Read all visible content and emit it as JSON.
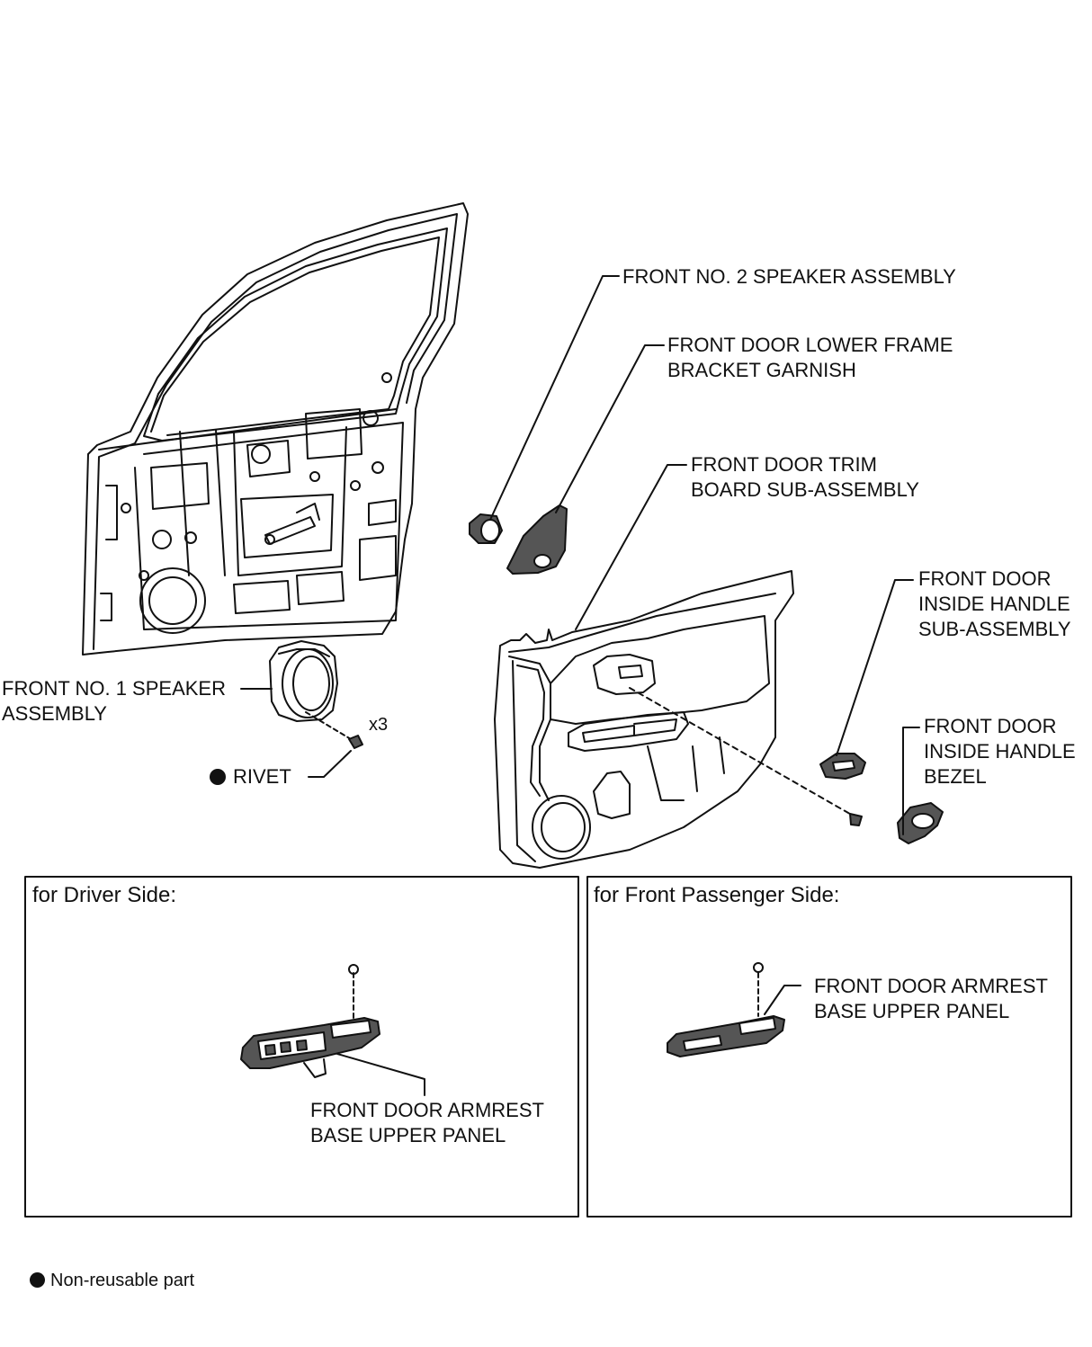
{
  "labels": {
    "speaker2": [
      "FRONT NO. 2 SPEAKER ASSEMBLY"
    ],
    "garnish": [
      "FRONT DOOR LOWER FRAME",
      "BRACKET GARNISH"
    ],
    "trim": [
      "FRONT DOOR TRIM",
      "BOARD SUB-ASSEMBLY"
    ],
    "handle": [
      "FRONT DOOR",
      "INSIDE HANDLE",
      "SUB-ASSEMBLY"
    ],
    "bezel": [
      "FRONT DOOR",
      "INSIDE HANDLE",
      "BEZEL"
    ],
    "speaker1": [
      "FRONT NO. 1 SPEAKER",
      "ASSEMBLY"
    ],
    "x3": "x3",
    "rivet": "RIVET",
    "armrest_driver": [
      "FRONT DOOR ARMREST",
      "BASE UPPER PANEL"
    ],
    "armrest_passenger": [
      "FRONT DOOR ARMREST",
      "BASE UPPER PANEL"
    ]
  },
  "boxes": {
    "driver_title": "for Driver Side:",
    "passenger_title": "for Front Passenger Side:"
  },
  "legend": {
    "text": "Non-reusable part"
  },
  "colors": {
    "line": "#111111",
    "fill": "#ffffff",
    "part_shade": "#555555"
  }
}
